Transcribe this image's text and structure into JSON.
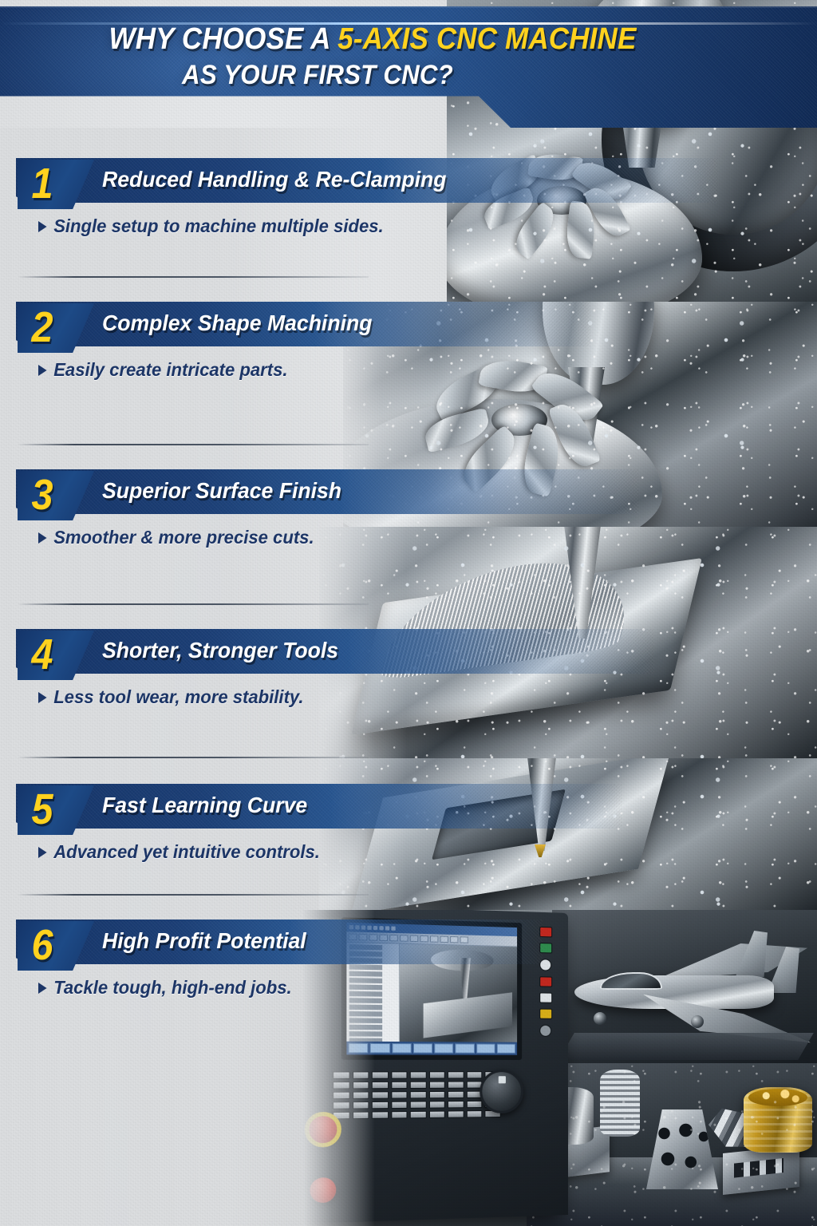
{
  "header": {
    "title_line1_prefix": "WHY CHOOSE A ",
    "title_line1_highlight": "5-AXIS CNC MACHINE",
    "title_line2": "AS YOUR FIRST CNC?",
    "banner_color": "#1d4077",
    "highlight_color": "#ffd21e"
  },
  "theme": {
    "navy": "#1c3566",
    "bar_blue": "#28558f",
    "yellow": "#ffd21e",
    "background": "#dcdee0",
    "rule_color": "#4a5462"
  },
  "items": [
    {
      "number": "1",
      "title": "Reduced Handling & Re-Clamping",
      "bullet": "Single setup to machine multiple sides.",
      "photo_caption": "5-axis machine milling a metal impeller clamped on a rotary trunnion table"
    },
    {
      "number": "2",
      "title": "Complex Shape Machining",
      "bullet": "Easily create intricate parts.",
      "photo_caption": "Close-up of a multi-blade impeller being cut by a tapered end mill"
    },
    {
      "number": "3",
      "title": "Superior Surface Finish",
      "bullet": "Smoother & more precise cuts.",
      "photo_caption": "Ball-nose tool finishing a curved contoured steel block"
    },
    {
      "number": "4",
      "title": "Shorter, Stronger Tools",
      "bullet": "Less tool wear, more stability.",
      "photo_caption": "Short rigid tool holder machining a pocketed part with chips flying"
    },
    {
      "number": "5",
      "title": "Fast Learning Curve",
      "bullet": "Advanced yet intuitive controls.",
      "photo_caption": "Pocket milling operation with carbide insert tool"
    },
    {
      "number": "6",
      "title": "High Profit Potential",
      "bullet": "Tackle tough, high-end jobs.",
      "photo_caption": "CNC control console, machined aluminium fighter jet model and precision parts"
    }
  ],
  "photos": {
    "control_panel": {
      "label": "cnc-control-console",
      "screen_label": "cam-simulation-screen"
    },
    "jet_model": {
      "label": "machined-fighter-jet-model"
    },
    "parts_shelf": {
      "label": "precision-machined-parts-display"
    }
  }
}
